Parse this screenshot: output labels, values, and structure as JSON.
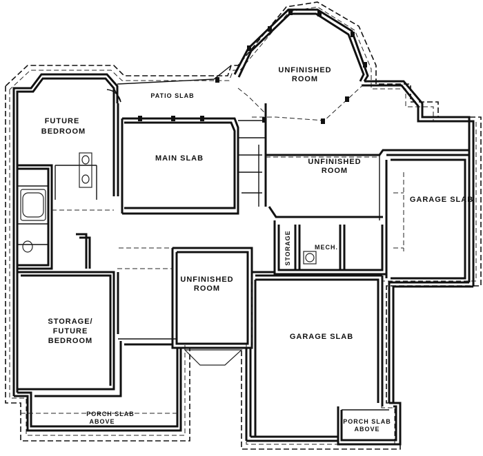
{
  "rooms": {
    "future_bedroom": [
      "FUTURE",
      "BEDROOM"
    ],
    "patio_slab": [
      "PATIO SLAB"
    ],
    "unfinished_room_top": [
      "UNFINISHED",
      "ROOM"
    ],
    "main_slab": [
      "MAIN SLAB"
    ],
    "unfinished_room_mid": [
      "UNFINISHED",
      "ROOM"
    ],
    "garage_slab_right": [
      "GARAGE SLAB"
    ],
    "storage": [
      "STORAGE"
    ],
    "mech": [
      "MECH."
    ],
    "unfinished_room_center": [
      "UNFINISHED",
      "ROOM"
    ],
    "storage_future_bedroom": [
      "STORAGE/",
      "FUTURE",
      "BEDROOM"
    ],
    "garage_slab_main": [
      "GARAGE SLAB"
    ],
    "porch_slab_left": [
      "PORCH SLAB",
      "ABOVE"
    ],
    "porch_slab_right": [
      "PORCH SLAB",
      "ABOVE"
    ]
  }
}
